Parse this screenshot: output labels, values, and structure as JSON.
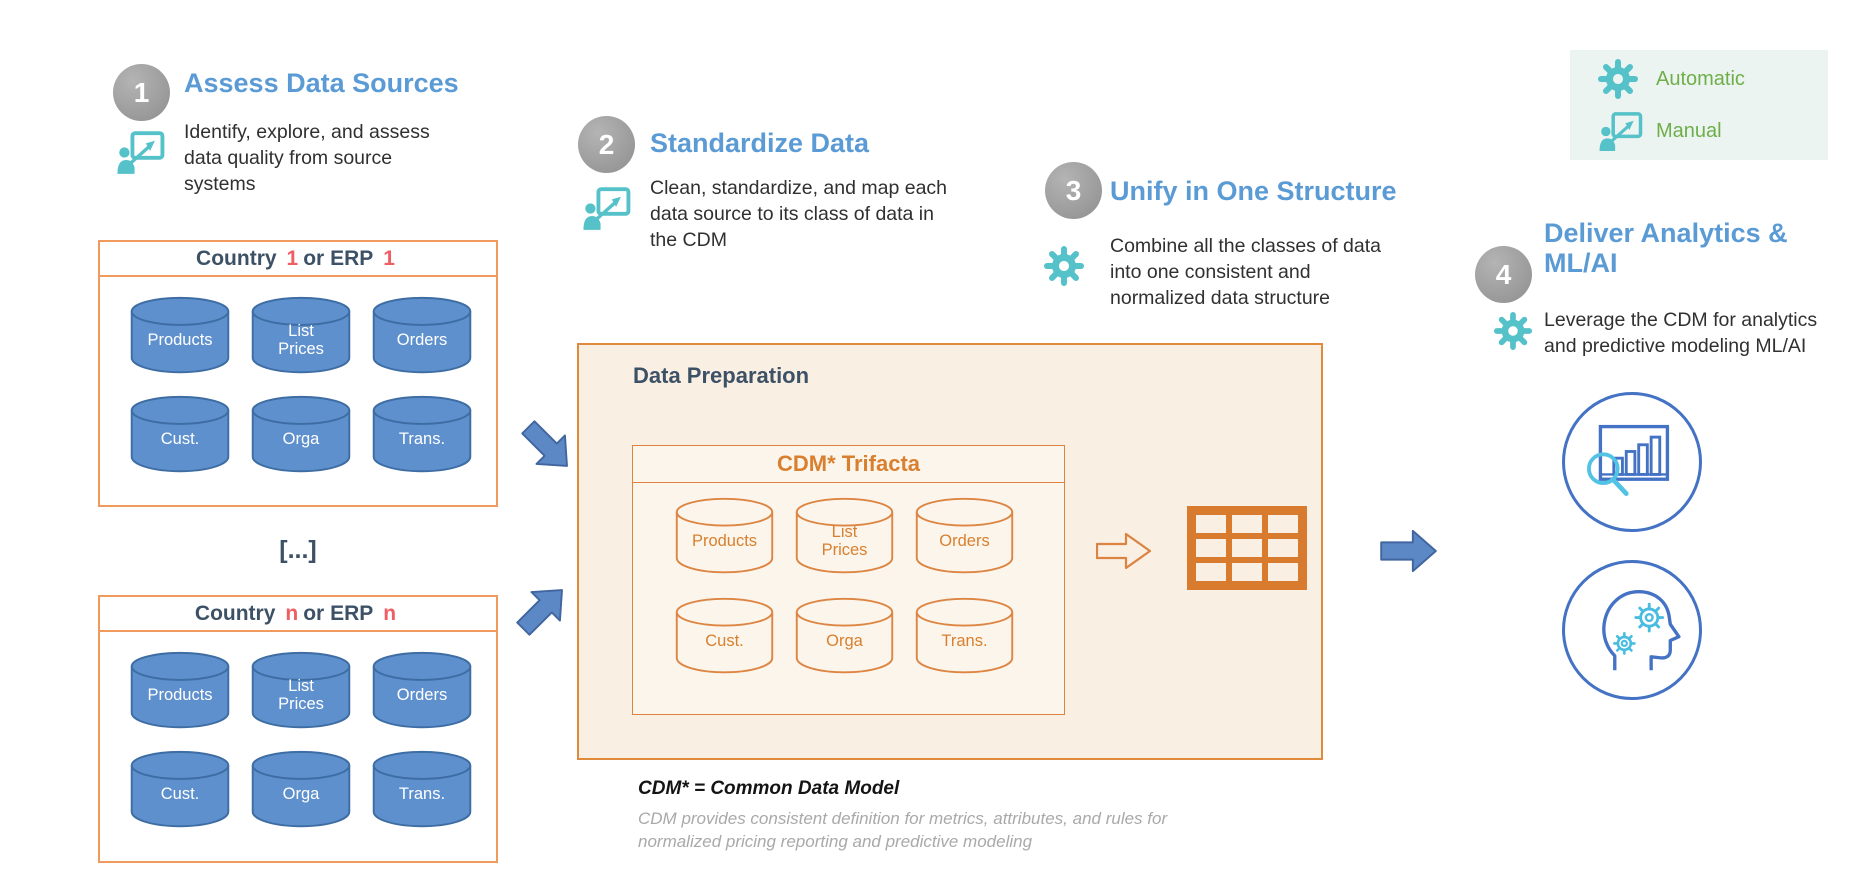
{
  "steps": [
    {
      "num": "1",
      "title": "Assess Data Sources",
      "desc": "Identify, explore, and assess\ndata quality from source\nsystems",
      "icon": "manual-icon"
    },
    {
      "num": "2",
      "title": "Standardize Data",
      "desc": "Clean, standardize, and map each\ndata source to its class of data in\nthe CDM",
      "icon": "manual-icon"
    },
    {
      "num": "3",
      "title": "Unify in One Structure",
      "desc": "Combine all the classes of data\ninto one consistent and\nnormalized data structure",
      "icon": "gear-icon"
    },
    {
      "num": "4",
      "title": "Deliver Analytics &\nML/AI",
      "desc": "Leverage the CDM for analytics\nand predictive modeling ML/AI",
      "icon": "gear-icon"
    }
  ],
  "legend": {
    "automatic_label": "Automatic",
    "manual_label": "Manual"
  },
  "sources": {
    "box1_title": {
      "main": "Country",
      "num1": "1",
      "mid": "or ERP",
      "num2": "1"
    },
    "boxn_title": {
      "main": "Country",
      "num1": "n",
      "mid": "or ERP",
      "num2": "n"
    },
    "ellipsis": "[...]",
    "cylinders": [
      "Products",
      "List\nPrices",
      "Orders",
      "Cust.",
      "Orga",
      "Trans."
    ]
  },
  "preparation": {
    "title": "Data Preparation",
    "cdm_title": "CDM* Trifacta",
    "cylinders": [
      "Products",
      "List\nPrices",
      "Orders",
      "Cust.",
      "Orga",
      "Trans."
    ]
  },
  "footnote": {
    "title": "CDM* = Common Data Model",
    "body": "CDM provides consistent definition for metrics, attributes, and rules for\nnormalized pricing reporting and predictive modeling"
  },
  "colors": {
    "heading_blue": "#5B9BD5",
    "navy": "#3D5166",
    "accent_red": "#EF5E64",
    "orange": "#D8802F",
    "peach": "#FAEFE3",
    "teal": "#55C1C8",
    "green": "#6FAE49",
    "cylinder_blue": "#5E90CE",
    "arrow_blue": "#5C88C6",
    "ring_blue": "#4472C4"
  }
}
